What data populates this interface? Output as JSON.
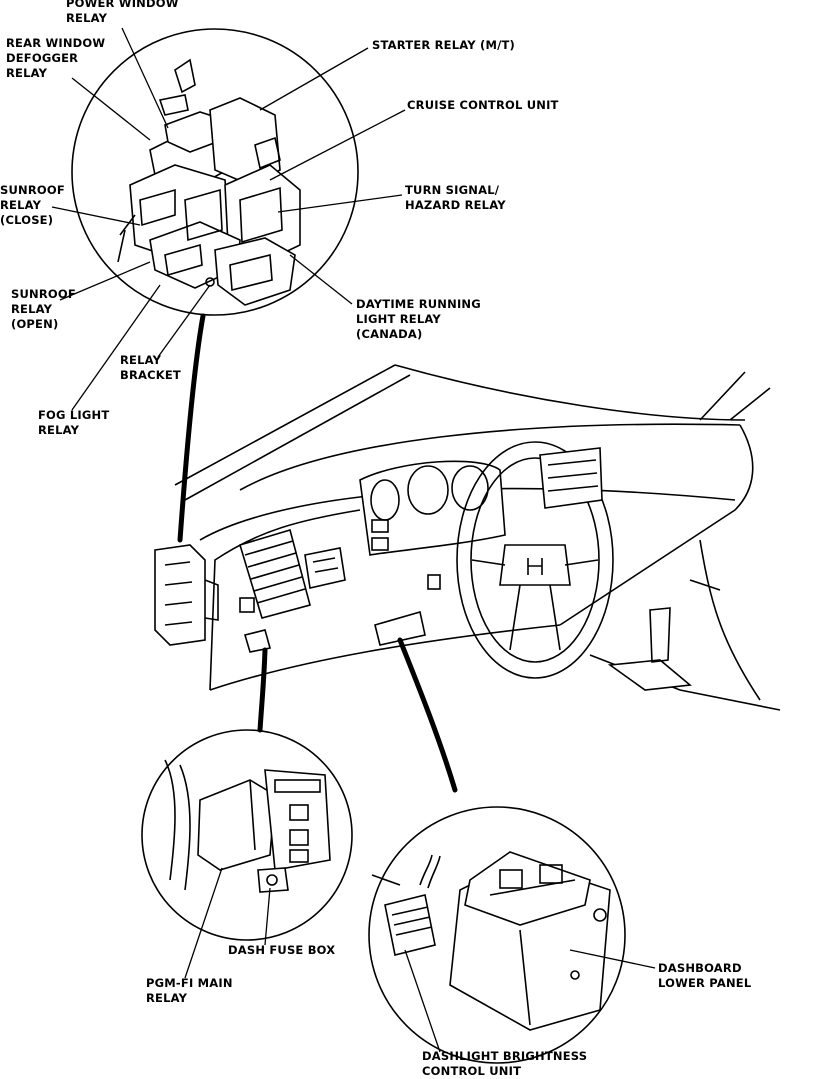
{
  "labels": {
    "power_window_relay": [
      "POWER WINDOW",
      "RELAY"
    ],
    "rear_window_defogger_relay": [
      "REAR WINDOW",
      "DEFOGGER",
      "RELAY"
    ],
    "starter_relay": [
      "STARTER RELAY (M/T)"
    ],
    "cruise_control_unit": [
      "CRUISE CONTROL UNIT"
    ],
    "sunroof_relay_close": [
      "SUNROOF",
      "RELAY",
      "(CLOSE)"
    ],
    "turn_signal_hazard_relay": [
      "TURN SIGNAL/",
      "HAZARD RELAY"
    ],
    "sunroof_relay_open": [
      "SUNROOF",
      "RELAY",
      "(OPEN)"
    ],
    "daytime_running_light_relay": [
      "DAYTIME RUNNING",
      "LIGHT RELAY",
      "(CANADA)"
    ],
    "relay_bracket": [
      "RELAY",
      "BRACKET"
    ],
    "fog_light_relay": [
      "FOG LIGHT",
      "RELAY"
    ],
    "dash_fuse_box": [
      "DASH FUSE BOX"
    ],
    "pgm_fi_main_relay": [
      "PGM-FI MAIN",
      "RELAY"
    ],
    "dashboard_lower_panel": [
      "DASHBOARD",
      "LOWER PANEL"
    ],
    "dashlight_brightness_control_unit": [
      "DASHLIGHT BRIGHTNESS",
      "CONTROL UNIT"
    ]
  }
}
